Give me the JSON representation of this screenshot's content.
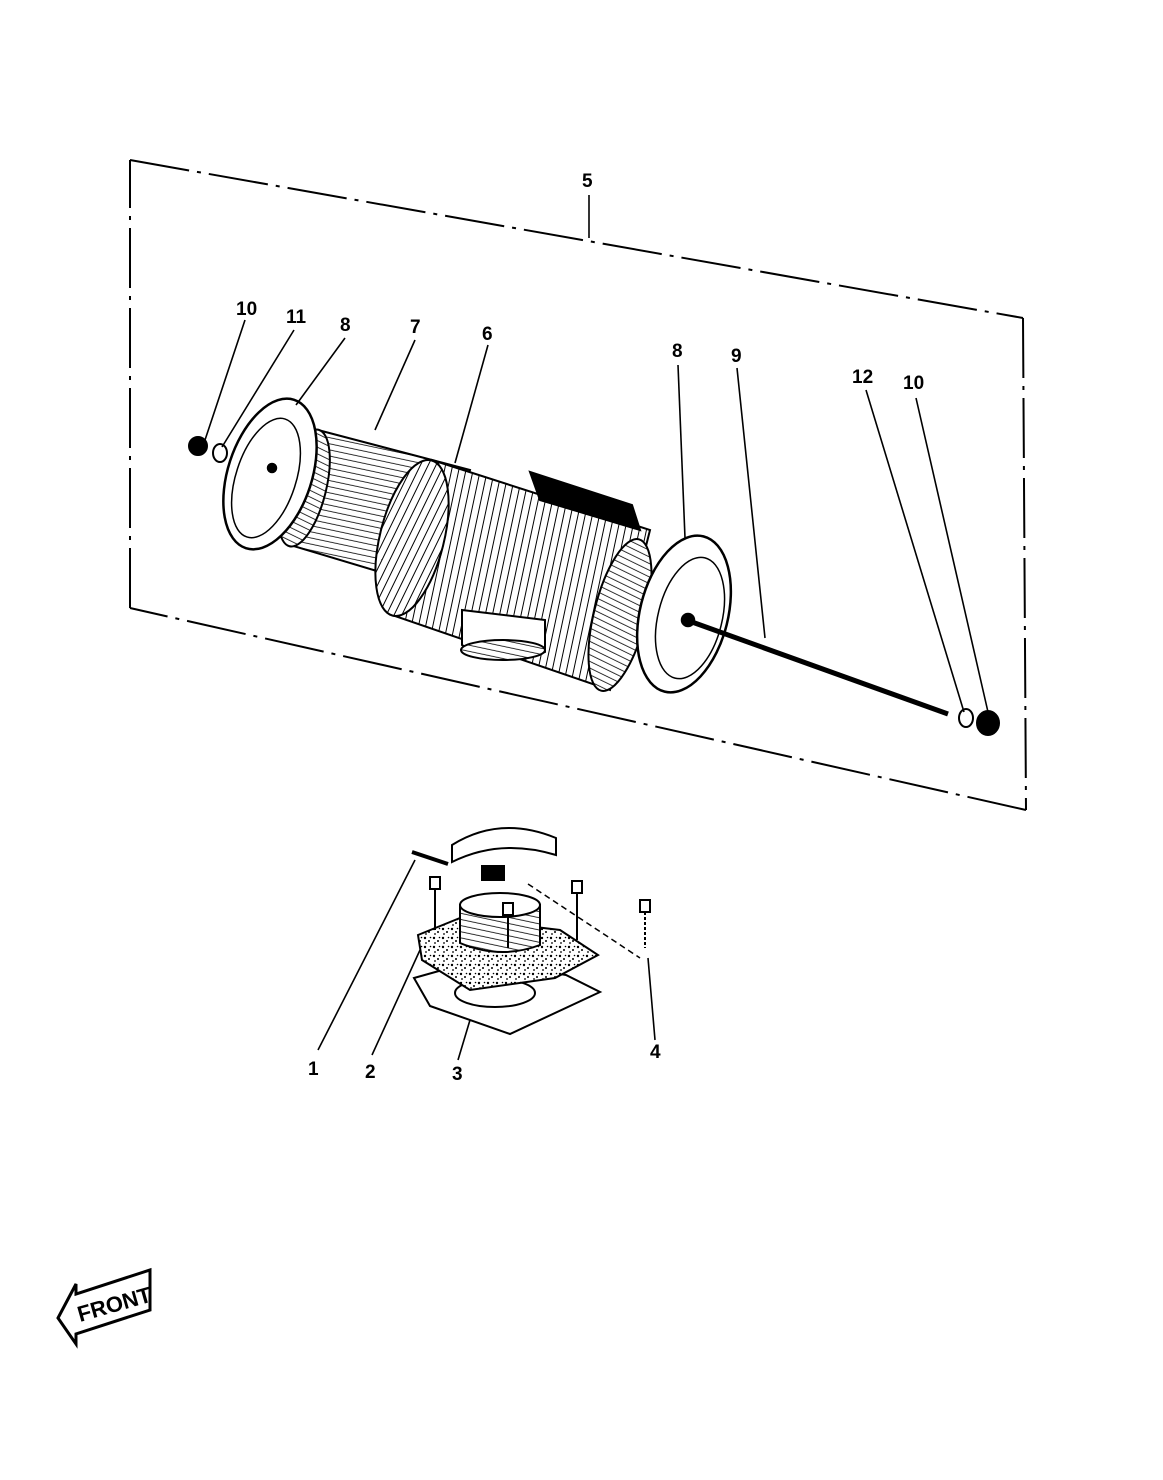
{
  "diagram": {
    "callouts": {
      "c1": "1",
      "c2": "2",
      "c3": "3",
      "c4": "4",
      "c5": "5",
      "c6": "6",
      "c7": "7",
      "c8_left": "8",
      "c8_right": "8",
      "c9": "9",
      "c10_left": "10",
      "c10_right": "10",
      "c11": "11",
      "c12": "12"
    },
    "front_label": "FRONT"
  }
}
